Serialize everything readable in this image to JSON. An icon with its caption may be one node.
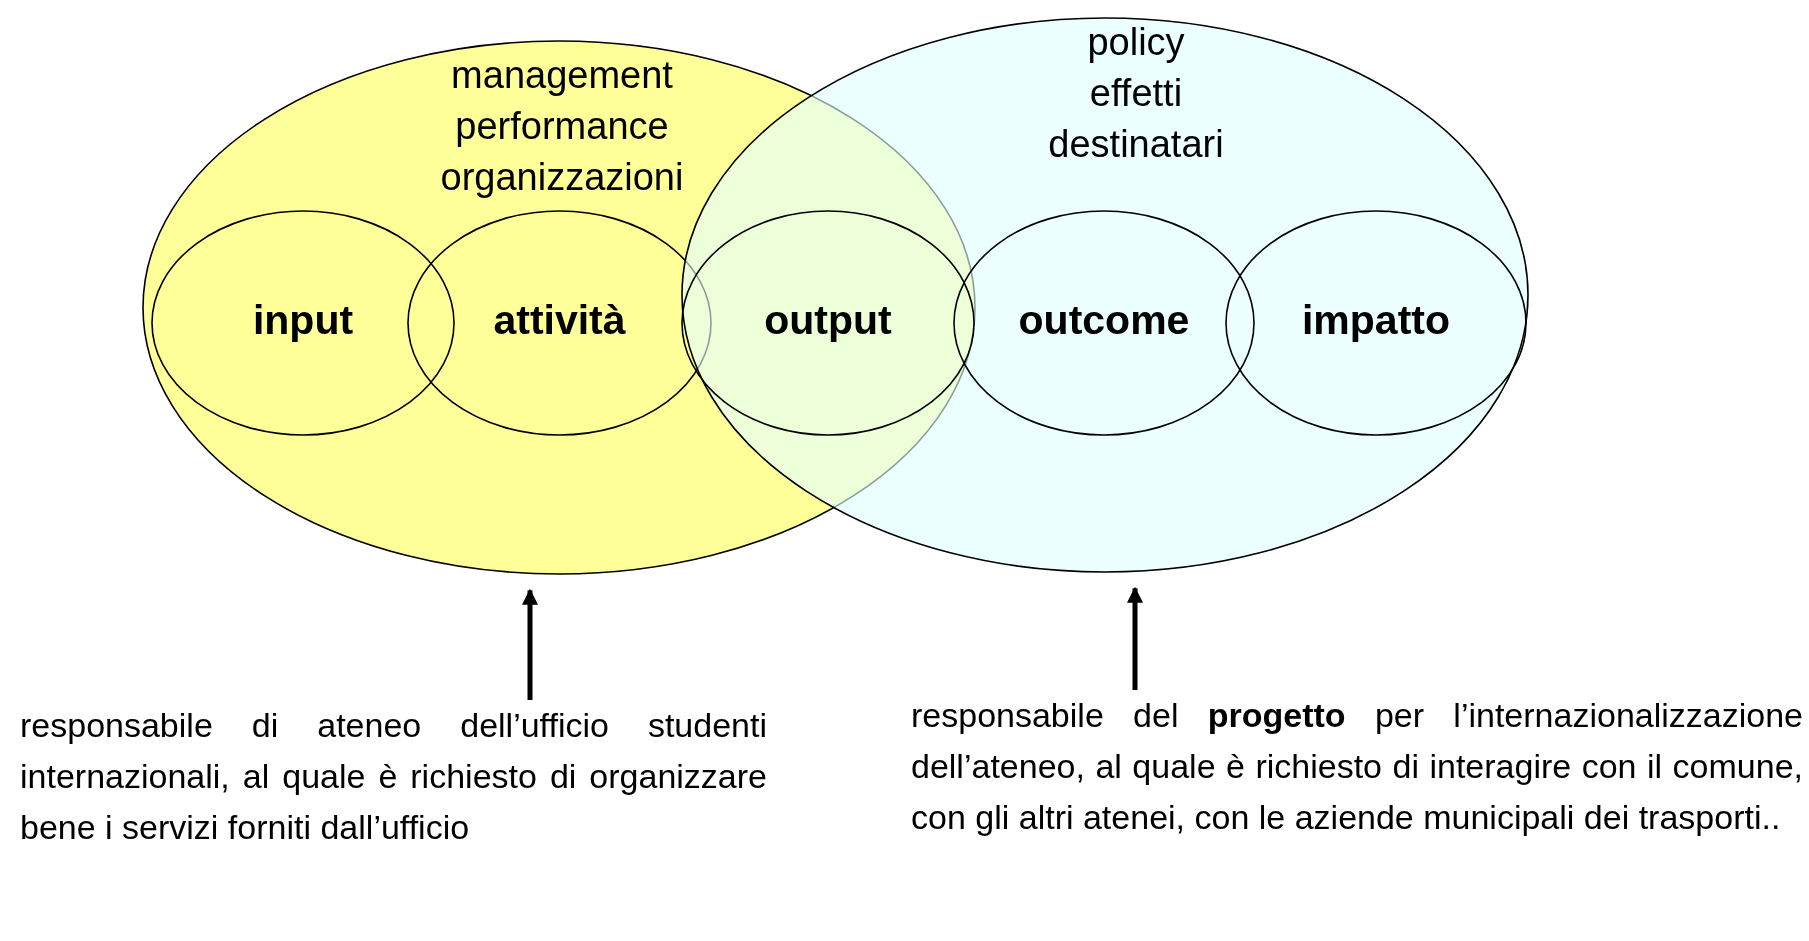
{
  "diagram": {
    "nodes": [
      {
        "text": [
          "management performance organizzazioni"
        ]
      },
      {
        "text": [
          "input"
        ],
        "in": 0
      },
      {
        "text": [
          "attività"
        ],
        "in": 0
      },
      {
        "text": [
          "policy effetti destinatari"
        ]
      },
      {
        "text": [
          "output"
        ]
      },
      {
        "text": [
          "outcome"
        ],
        "in": 3
      },
      {
        "text": [
          "impatto"
        ],
        "in": 3
      },
      {
        "text": [
          "responsabile di ateneo dell’ufficio studenti internazionali, al quale è richiesto di organizzare bene i servizi forniti dall’ufficio"
        ]
      },
      {
        "text": [
          "responsabile del **progetto** per l’internazionalizzazione dell’ateneo, al quale è richiesto di interagire con il comune, con gli altri atenei, con le aziende municipali dei trasporti.."
        ]
      }
    ],
    "edges": [
      {
        "from": 7,
        "to": 0,
        "arrow": "to"
      },
      {
        "from": 8,
        "to": 3,
        "arrow": "to"
      }
    ]
  }
}
